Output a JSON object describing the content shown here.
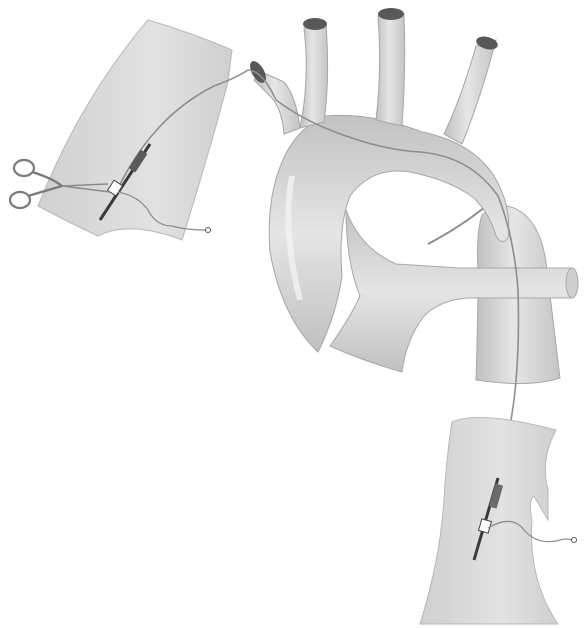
{
  "diagram": {
    "background": "#ffffff",
    "colors": {
      "vessel_fill": "#d9d9d9",
      "vessel_light": "#e9e9e9",
      "vessel_shadow": "#bdbdbd",
      "vessel_dark": "#555555",
      "wire": "#8e8e8e",
      "instrument": "#3a3a3a",
      "outline": "#9c9c9c"
    },
    "elements": [
      "upper-limb-tissue-flap",
      "scissors-icon",
      "upper-sheath-introducer",
      "aortic-arch",
      "supra-aortic-branches",
      "pulmonary-artery",
      "ligamentum-arteriosum",
      "descending-aorta",
      "guidewire",
      "lower-limb-tissue-flap",
      "lower-sheath-introducer"
    ]
  }
}
